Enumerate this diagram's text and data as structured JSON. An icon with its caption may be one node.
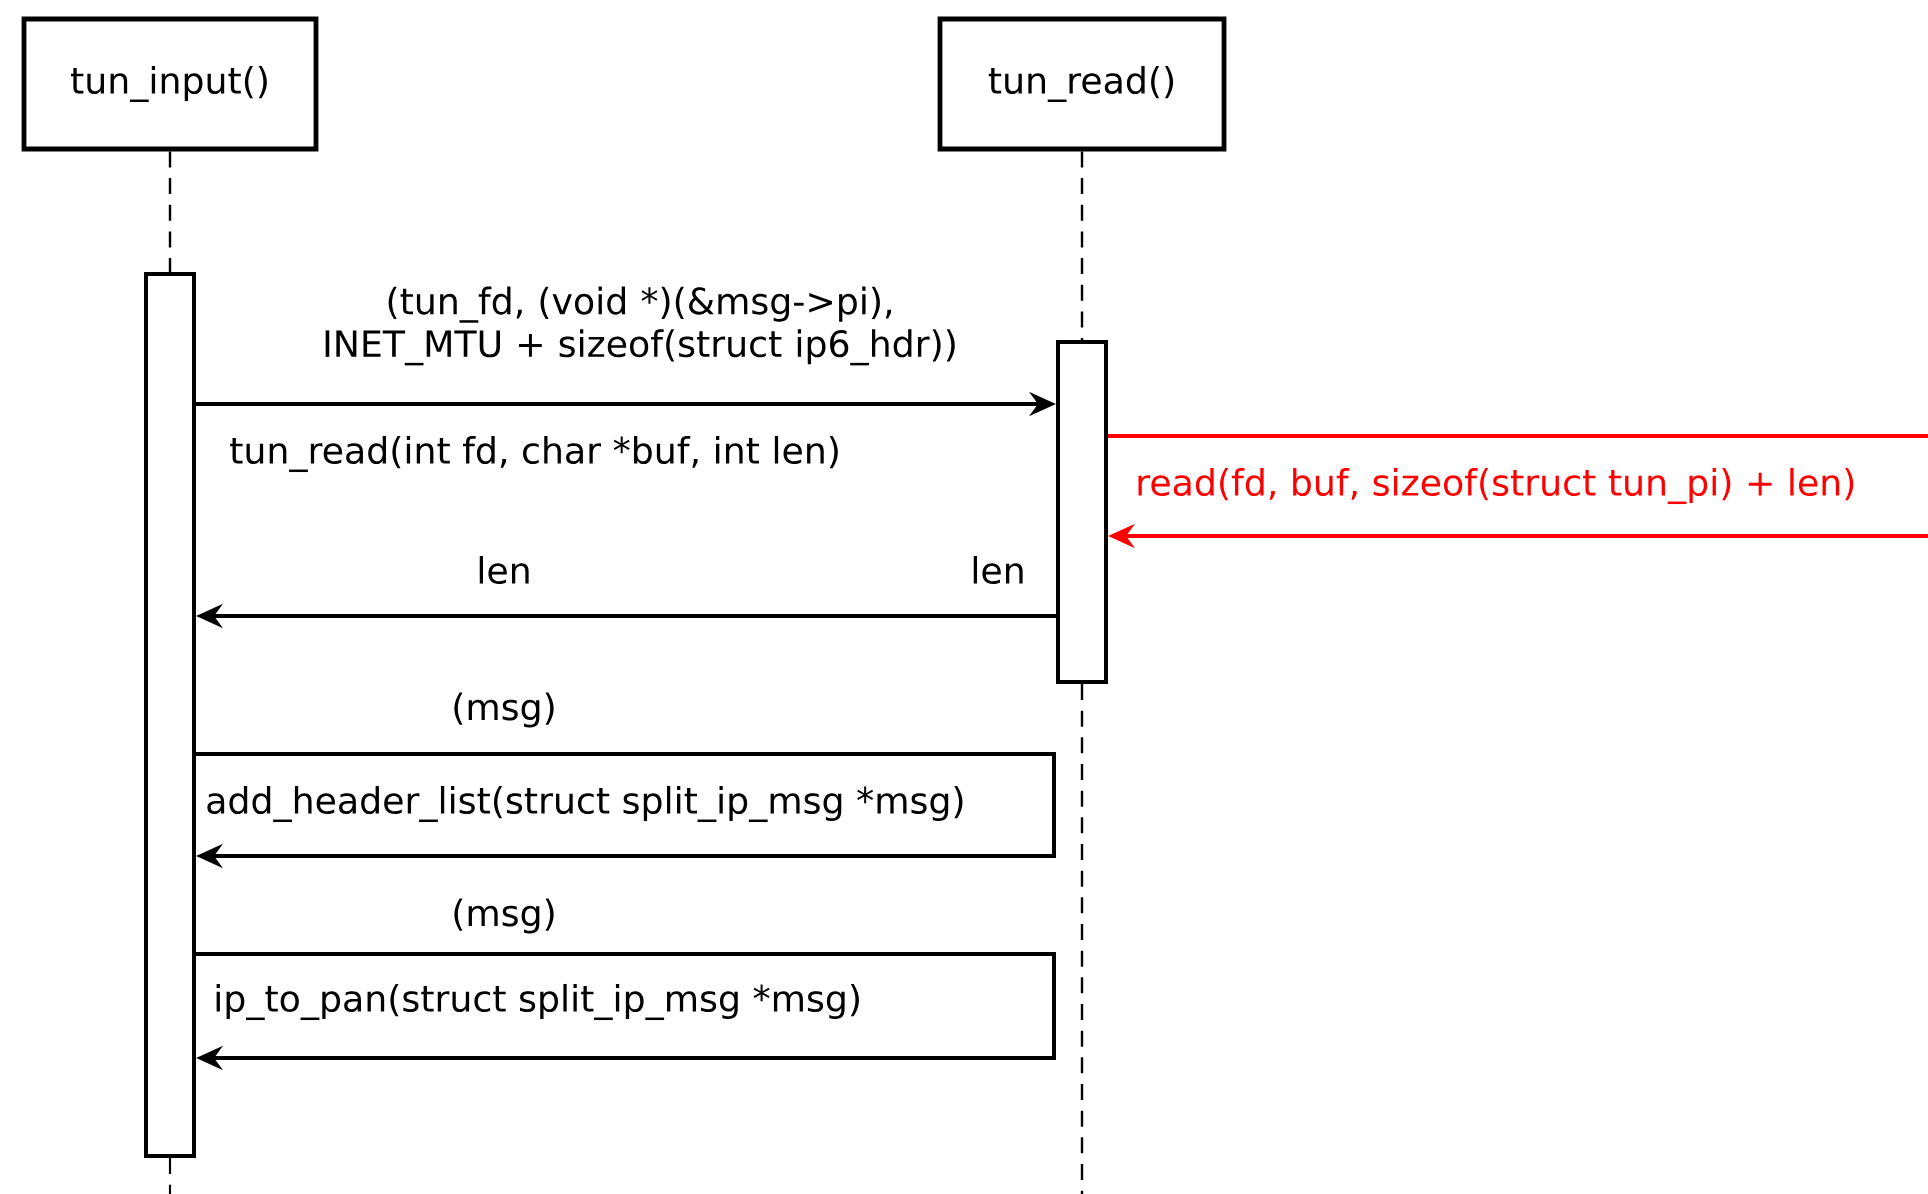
{
  "diagram": {
    "nodes": [
      {
        "text": [
          "tun_input()"
        ]
      },
      {
        "text": [
          "tun_read()"
        ]
      },
      {
        "text": [],
        "shape": "bar"
      },
      {
        "text": [],
        "shape": "bar"
      }
    ],
    "edges": [
      {
        "from": 0,
        "to": 2,
        "arrow": "none",
        "style": "dashed"
      },
      {
        "from": 1,
        "to": 3,
        "arrow": "none",
        "style": "dashed"
      },
      {
        "from": 2,
        "to": null,
        "arrow": "none",
        "style": "dashed"
      },
      {
        "from": 3,
        "to": null,
        "arrow": "none",
        "style": "dashed"
      },
      {
        "from": 2,
        "to": 3,
        "arrow": "to",
        "label": "(tun_fd, (void *)(&msg->pi), INET_MTU + sizeof(struct ip6_hdr))"
      },
      {
        "from": 3,
        "to": 2,
        "arrow": "to",
        "label": "len"
      },
      {
        "from": 3,
        "to": null,
        "arrow": "none",
        "color": "#ff0000"
      },
      {
        "from": null,
        "to": 3,
        "arrow": "to",
        "color": "#ff0000",
        "label": "read(fd, buf, sizeof(struct tun_pi) + len)"
      },
      {
        "from": 2,
        "to": 2,
        "arrow": "to",
        "label": "add_header_list(struct split_ip_msg *msg)"
      },
      {
        "from": 2,
        "to": 2,
        "arrow": "to",
        "label": "ip_to_pan(struct split_ip_msg *msg)"
      }
    ],
    "labels": [
      "tun_read(int fd, char *buf, int len)",
      "len",
      "(msg)",
      "(msg)"
    ]
  }
}
